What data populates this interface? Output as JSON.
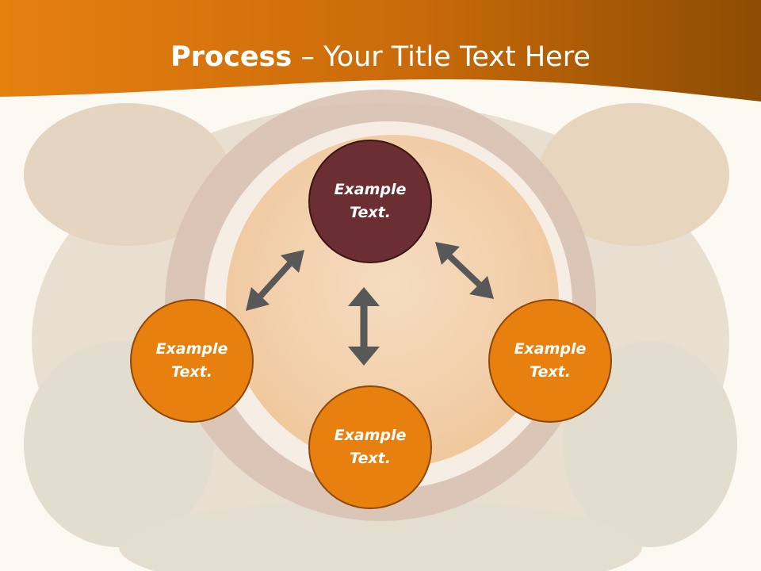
{
  "title": {
    "bold": "Process",
    "rest": " – Your Title Text Here"
  },
  "nodes": [
    {
      "label": "Example\nText."
    },
    {
      "label": "Example\nText."
    },
    {
      "label": "Example\nText."
    },
    {
      "label": "Example\nText."
    }
  ],
  "colors": {
    "header_orange": "#e07a10",
    "header_dark": "#8a4a00",
    "center_node": "#6b2e32",
    "outer_nodes": "#e8800f",
    "arrows": "#585858"
  }
}
